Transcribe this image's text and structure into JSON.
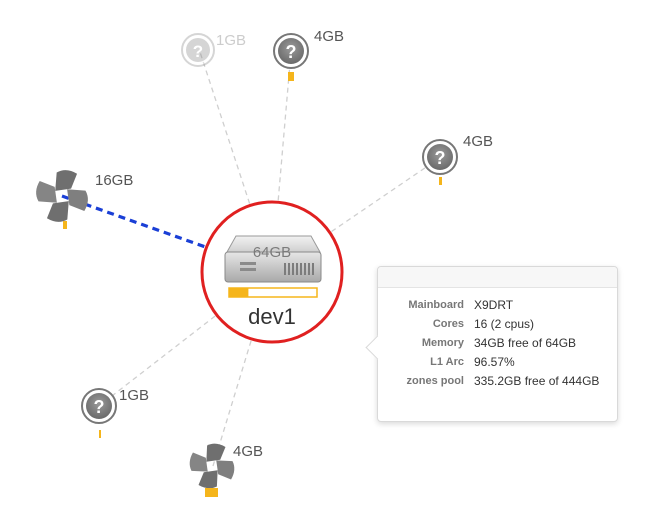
{
  "nodes": {
    "center": {
      "memory": "64GB",
      "name": "dev1",
      "usage_fraction": 0.22
    },
    "satellites": [
      {
        "id": "unknown-1gb-top",
        "type": "unknown",
        "memory": "1GB",
        "faded": true
      },
      {
        "id": "unknown-4gb-top",
        "type": "unknown",
        "memory": "4GB",
        "faded": false
      },
      {
        "id": "unknown-4gb-right",
        "type": "unknown",
        "memory": "4GB",
        "faded": false
      },
      {
        "id": "zone-16gb",
        "type": "zone",
        "memory": "16GB",
        "faded": false
      },
      {
        "id": "unknown-1gb-bottom",
        "type": "unknown",
        "memory": "1GB",
        "faded": false
      },
      {
        "id": "zone-4gb-bottom",
        "type": "zone",
        "memory": "4GB",
        "faded": false
      }
    ]
  },
  "tooltip": {
    "rows": [
      {
        "label": "Mainboard",
        "value": "X9DRT"
      },
      {
        "label": "Cores",
        "value": "16 (2 cpus)"
      },
      {
        "label": "Memory",
        "value": "34GB free of 64GB"
      },
      {
        "label": "L1 Arc",
        "value": "96.57%"
      },
      {
        "label": "zones pool",
        "value": "335.2GB free of 444GB"
      }
    ]
  },
  "colors": {
    "highlight_ring": "#e02020",
    "link": "#cfcfcf",
    "active_link": "#1a3fd6",
    "usage_bar": "#f5b51b",
    "icon": "#777777"
  }
}
